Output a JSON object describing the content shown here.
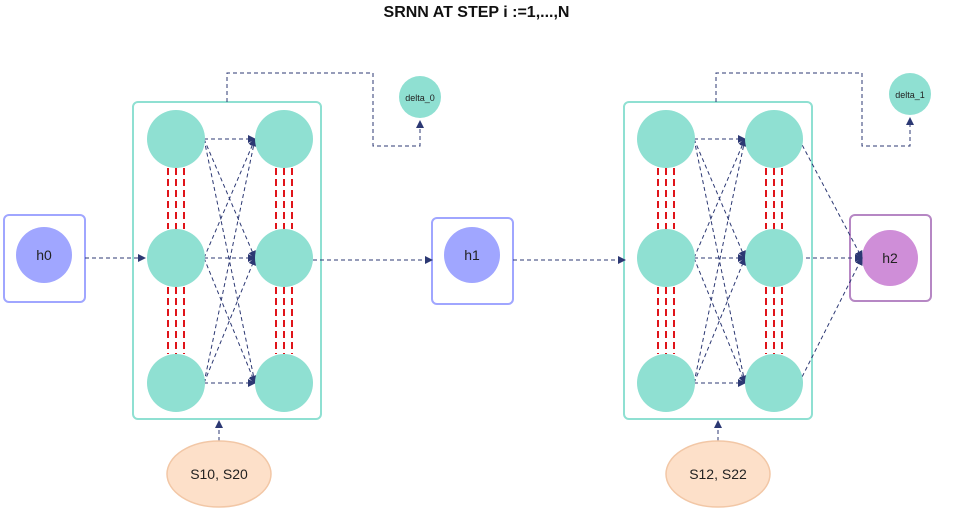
{
  "title": "SRNN AT STEP i :=1,...,N",
  "hidden_states": [
    {
      "label": "h0",
      "fill": "#a0a6ff",
      "border": "#a0a6ff"
    },
    {
      "label": "h1",
      "fill": "#a0a6ff",
      "border": "#a0a6ff"
    },
    {
      "label": "h2",
      "fill": "#cf8ed8",
      "border": "#b687c4"
    }
  ],
  "inputs": [
    {
      "label": "S10, S20"
    },
    {
      "label": "S12, S22"
    }
  ],
  "deltas": [
    {
      "label": "delta_0"
    },
    {
      "label": "delta_1"
    }
  ],
  "colors": {
    "neuron": "#8fe0d2",
    "block_border": "#8fe0d2",
    "edge": "#2c3873",
    "coupling": "#e0141a",
    "input_fill": "#fde0c9",
    "input_border": "#f2c7a6"
  }
}
